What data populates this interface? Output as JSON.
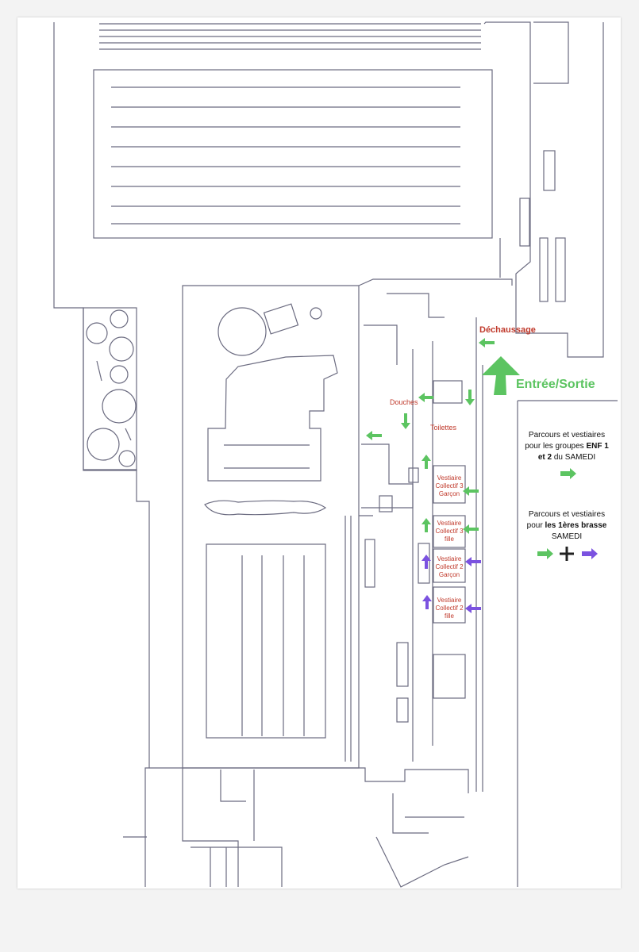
{
  "labels": {
    "dechaussage": "Déchaussage",
    "entree_sortie": "Entrée/Sortie",
    "douches": "Douches",
    "toilettes": "Toilettes"
  },
  "rooms": [
    {
      "line1": "Vestiaire",
      "line2": "Collectif 3",
      "line3": "Garçon"
    },
    {
      "line1": "Vestiaire",
      "line2": "Collectif 3",
      "line3": "fille"
    },
    {
      "line1": "Vestiaire",
      "line2": "Collectif 2",
      "line3": "Garçon"
    },
    {
      "line1": "Vestiaire",
      "line2": "Collectif 2",
      "line3": "fille"
    }
  ],
  "legend": {
    "group1": {
      "l1": "Parcours et vestiaires",
      "l2a": "pour les groupes ",
      "l2b": "ENF 1",
      "l3a": "et 2",
      "l3b": " du SAMEDI"
    },
    "group2": {
      "l1": "Parcours et vestiaires",
      "l2a": "pour ",
      "l2b": "les 1ères brasse",
      "l3": "SAMEDI"
    },
    "plus": "+"
  },
  "colors": {
    "green": "#5cc461",
    "purple": "#7b52e0",
    "label_red": "#c0392b",
    "line": "#6b6b80"
  },
  "icons": {
    "route_arrow": "arrow-icon",
    "combine": "plus-icon"
  }
}
